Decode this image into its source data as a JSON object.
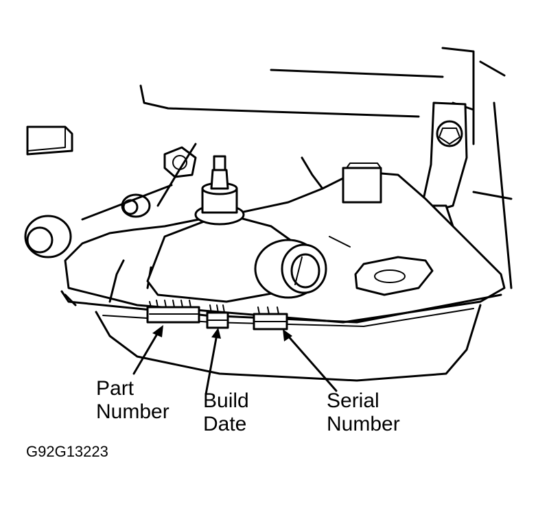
{
  "labels": {
    "part_line1": "Part",
    "part_line2": "Number",
    "build_line1": "Build",
    "build_line2": "Date",
    "serial_line1": "Serial",
    "serial_line2": "Number"
  },
  "figure_code": "G92G13223",
  "colors": {
    "ink": "#000000",
    "paper": "#ffffff"
  }
}
